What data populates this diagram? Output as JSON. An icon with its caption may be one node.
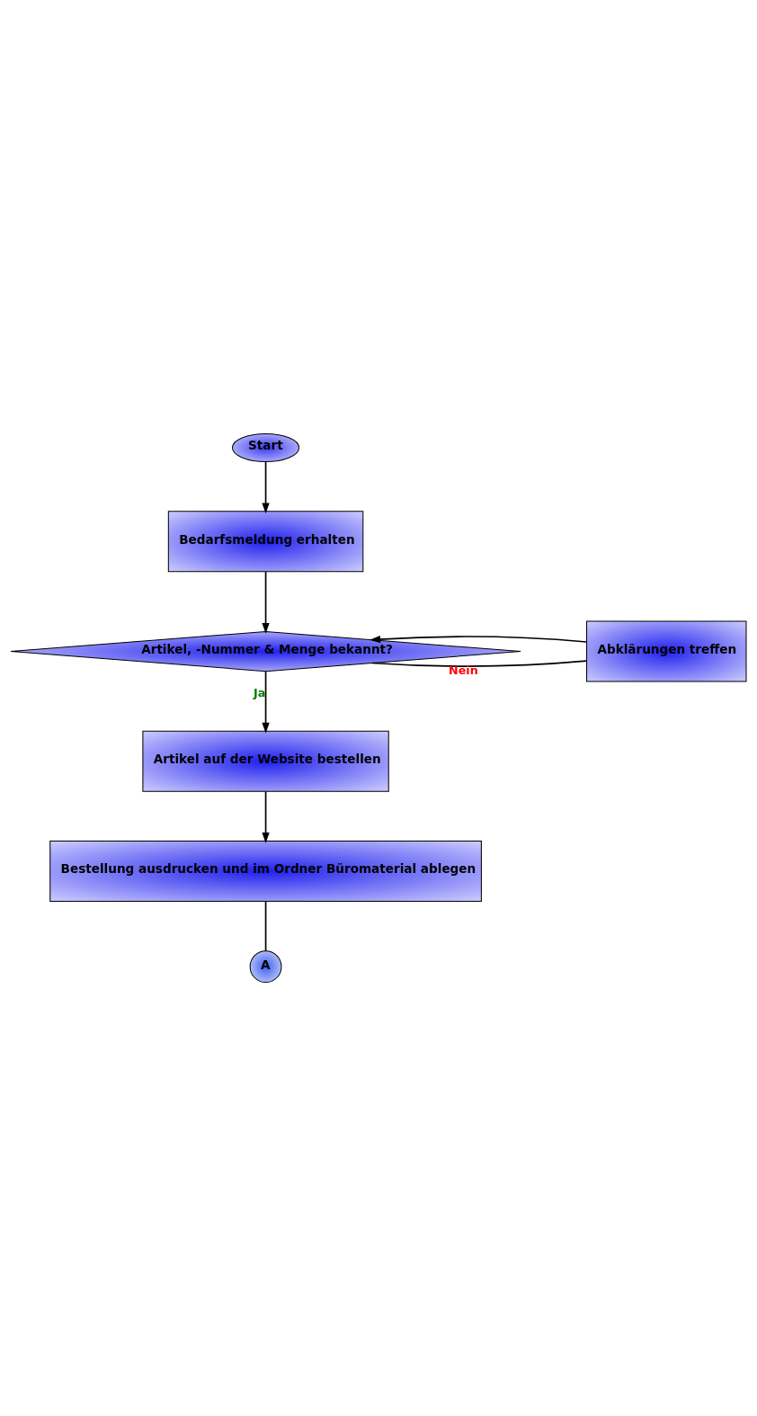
{
  "diagram": {
    "nodes": [
      {
        "text": [
          "Start"
        ]
      },
      {
        "text": [
          "Bedarfsmeldung erhalten"
        ]
      },
      {
        "text": [
          "Artikel, -Nummer & Menge bekannt?"
        ]
      },
      {
        "text": [
          "Abklärungen treffen"
        ]
      },
      {
        "text": [
          "Artikel auf der Website bestellen"
        ]
      },
      {
        "text": [
          "Bestellung ausdrucken und im Ordner Büromaterial ablegen"
        ]
      },
      {
        "text": [
          "A"
        ]
      }
    ],
    "edges": [
      {
        "from": 0,
        "to": 1,
        "arrow": "to"
      },
      {
        "from": 1,
        "to": 2,
        "arrow": "to"
      },
      {
        "from": 2,
        "to": 3,
        "arrow": "none",
        "label": "Nein"
      },
      {
        "from": 3,
        "to": 2,
        "arrow": "to"
      },
      {
        "from": 2,
        "to": 4,
        "arrow": "to",
        "label": "Ja"
      },
      {
        "from": 4,
        "to": 5,
        "arrow": "to"
      },
      {
        "from": 5,
        "to": 6,
        "arrow": "none"
      }
    ]
  }
}
